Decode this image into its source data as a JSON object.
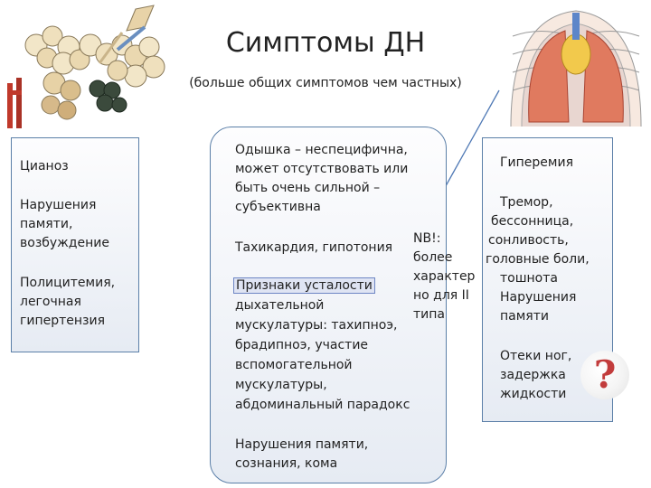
{
  "title": "Симптомы ДН",
  "subtitle": "(больше общих симптомов чем частных)",
  "left": {
    "item1": "Цианоз",
    "item2_l1": "Нарушения",
    "item2_l2": "памяти,",
    "item2_l3": "возбуждение",
    "item3_l1": "Полицитемия,",
    "item3_l2": "легочная",
    "item3_l3": "гипертензия"
  },
  "center": {
    "p1_l1": "Одышка – неспецифична,",
    "p1_l2": "может отсутствовать или",
    "p1_l3": "быть очень сильной –",
    "p1_l4": "субъективна",
    "p2": "Тахикардия, гипотония",
    "p3_highlight": "Признаки усталости",
    "p3_l2": "дыхательной",
    "p3_l3": "мускулатуры: тахипноэ,",
    "p3_l4": "брадипноэ, участие",
    "p3_l5": "вспомогательной",
    "p3_l6": "мускулатуры,",
    "p3_l7": "абдоминальный парадокс",
    "nb_l1": "NB!:",
    "nb_l2": "более",
    "nb_l3": "характер",
    "nb_l4": "но для II",
    "nb_l5": "типа",
    "p4_l1": "Нарушения памяти,",
    "p4_l2": "сознания, кома"
  },
  "right": {
    "item1": "Гиперемия",
    "item2_l1": "Тремор,",
    "item2_l2": "бессонница,",
    "item2_l3": "сонливость,",
    "item2_l4": "головные боли,",
    "item2_l5": "тошнота",
    "item2_l6": "Нарушения",
    "item2_l7": "памяти",
    "item3_l1": "Отеки ног,",
    "item3_l2": "задержка",
    "item3_l3": "жидкости"
  },
  "question_mark": "?",
  "icons": {
    "lung_illustration": "alveoli-illustration",
    "chest_illustration": "thorax-illustration",
    "question": "question-mark-icon"
  }
}
